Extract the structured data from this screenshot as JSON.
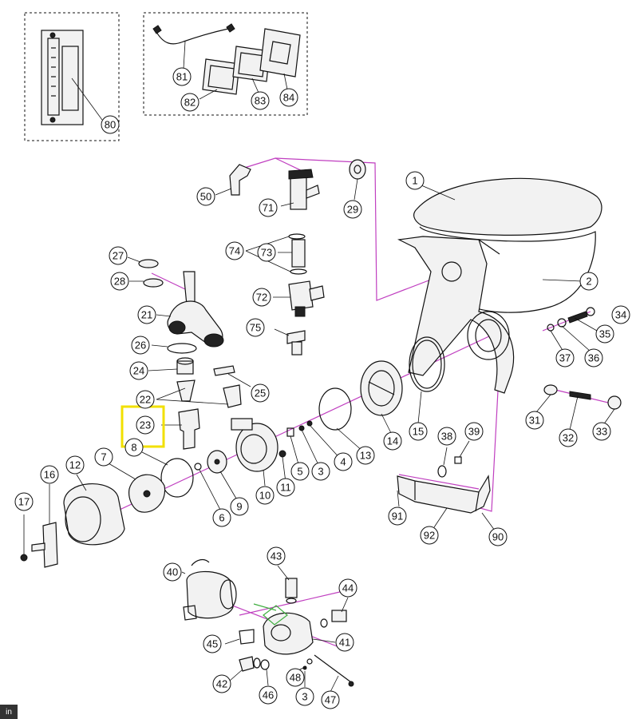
{
  "highlight_color": "#f2e000",
  "axis_color": "#c03fc0",
  "highlighted_part": "23",
  "zoom_badge": "in",
  "callouts": {
    "c1": "1",
    "c2": "2",
    "c3": "3",
    "c3b": "3",
    "c4": "4",
    "c5": "5",
    "c6": "6",
    "c7": "7",
    "c8": "8",
    "c9": "9",
    "c10": "10",
    "c11": "11",
    "c12": "12",
    "c13": "13",
    "c14": "14",
    "c15": "15",
    "c16": "16",
    "c17": "17",
    "c21": "21",
    "c22": "22",
    "c23": "23",
    "c24": "24",
    "c25": "25",
    "c26": "26",
    "c27": "27",
    "c28": "28",
    "c29": "29",
    "c31": "31",
    "c32": "32",
    "c33": "33",
    "c34": "34",
    "c35": "35",
    "c36": "36",
    "c37": "37",
    "c38": "38",
    "c39": "39",
    "c40": "40",
    "c41": "41",
    "c42": "42",
    "c43": "43",
    "c44": "44",
    "c45": "45",
    "c46": "46",
    "c47": "47",
    "c48": "48",
    "c50": "50",
    "c71": "71",
    "c72": "72",
    "c73": "73",
    "c74": "74",
    "c75": "75",
    "c80": "80",
    "c81": "81",
    "c82": "82",
    "c83": "83",
    "c84": "84",
    "c90": "90",
    "c91": "91",
    "c92": "92"
  }
}
